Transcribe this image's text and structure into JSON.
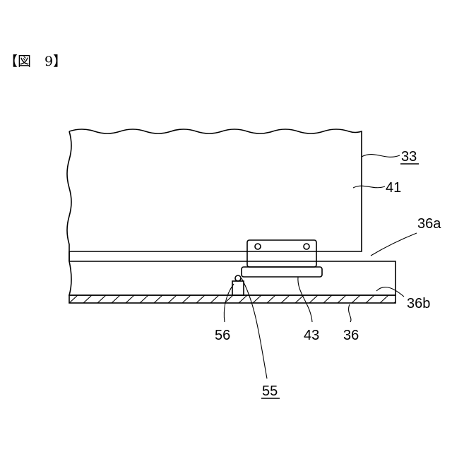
{
  "figure": {
    "title": "【図　9】"
  },
  "labels": {
    "l33": "33",
    "l41": "41",
    "l36a": "36a",
    "l36b": "36b",
    "l56": "56",
    "l43": "43",
    "l36": "36",
    "l55": "55"
  }
}
